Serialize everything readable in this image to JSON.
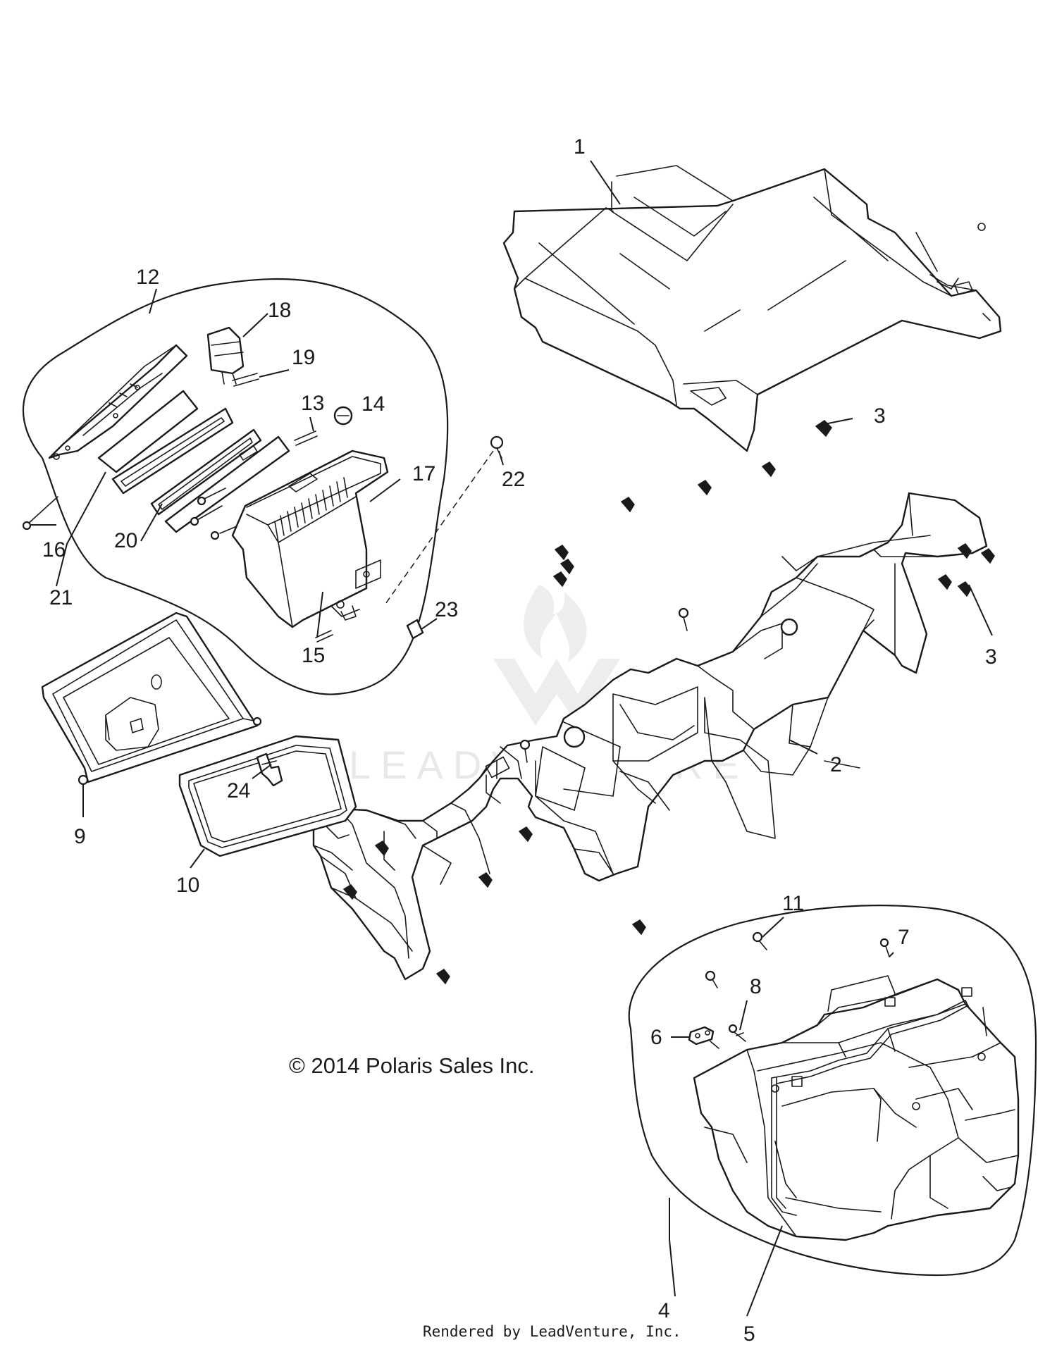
{
  "watermark": "LEADVENTURE",
  "copyright": "© 2014 Polaris Sales Inc.",
  "footer": "Rendered by LeadVenture, Inc.",
  "callouts": {
    "c1": "1",
    "c2": "2",
    "c3a": "3",
    "c3b": "3",
    "c4": "4",
    "c5": "5",
    "c6": "6",
    "c7": "7",
    "c8": "8",
    "c9": "9",
    "c10": "10",
    "c11": "11",
    "c12": "12",
    "c13": "13",
    "c14": "14",
    "c15": "15",
    "c16": "16",
    "c17": "17",
    "c18": "18",
    "c19": "19",
    "c20": "20",
    "c21": "21",
    "c22": "22",
    "c23": "23",
    "c24": "24"
  }
}
